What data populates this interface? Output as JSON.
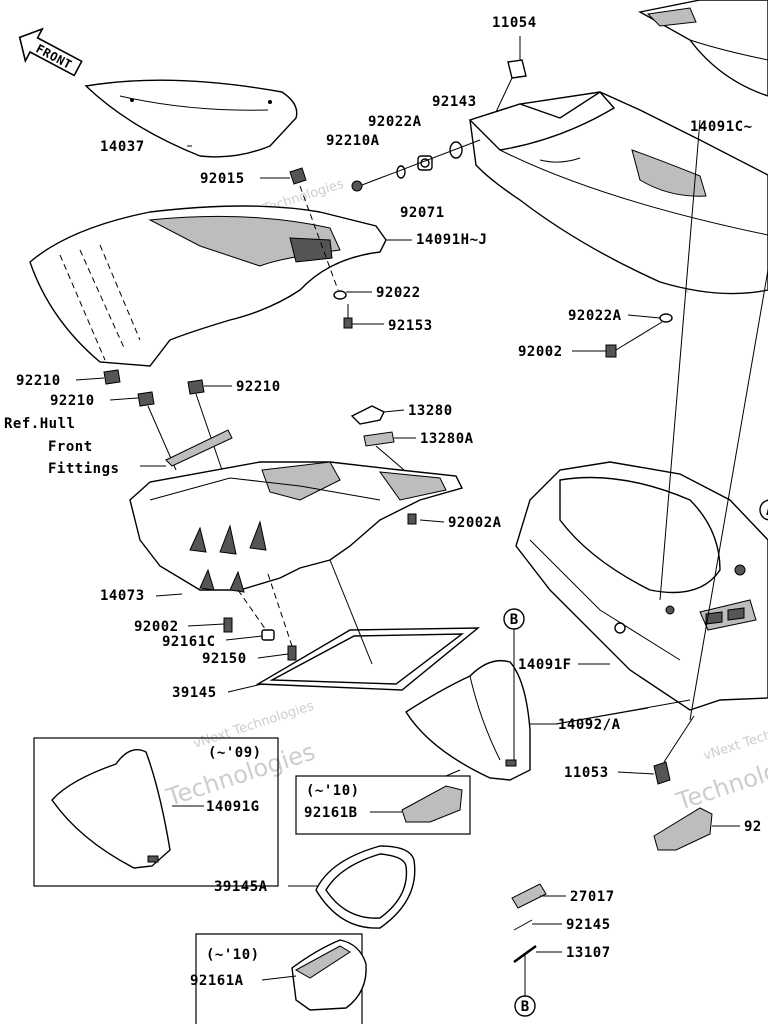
{
  "front_arrow": "FRONT",
  "parts": {
    "p11054": "11054",
    "p92143": "92143",
    "p14091c": "14091C~",
    "p92022a_top": "92022A",
    "p92210a": "92210A",
    "p14037": "14037",
    "p92015": "92015",
    "p92071": "92071",
    "p14091hj": "14091H~J",
    "p92022": "92022",
    "p92153": "92153",
    "p92022a_mid": "92022A",
    "p92002_mid": "92002",
    "p92210_left": "92210",
    "p92210_right": "92210",
    "p92210_low": "92210",
    "p13280": "13280",
    "p13280a": "13280A",
    "p92002a": "92002A",
    "p14073": "14073",
    "p92002_low": "92002",
    "p92161c": "92161C",
    "p92150": "92150",
    "p39145": "39145",
    "p14091f": "14091F",
    "p14092a": "14092/A",
    "p11053": "11053",
    "p14091g": "14091G",
    "p92161b": "92161B",
    "p39145a": "39145A",
    "p27017": "27017",
    "p92145": "92145",
    "p13107": "13107",
    "p92161a": "92161A",
    "p92_cut": "92"
  },
  "ref_note": {
    "line1": "Ref.Hull",
    "line2": "Front",
    "line3": "Fittings"
  },
  "callout_b_top": "B",
  "callout_b_bottom": "B",
  "callout_a": "A",
  "period_09": "(~'09)",
  "period_10_mid": "(~'10)",
  "period_10_low": "(~'10)",
  "watermark": {
    "brand": "vNext Technologies",
    "word": "Technologies"
  }
}
